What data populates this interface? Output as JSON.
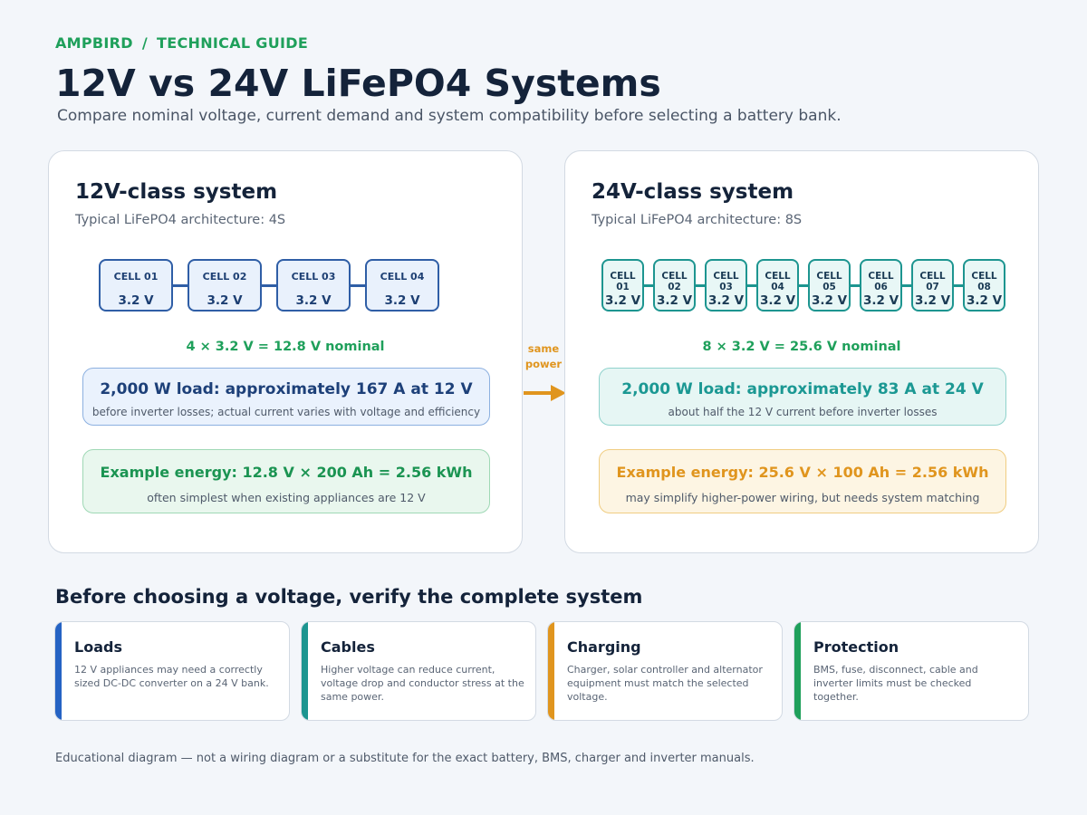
{
  "header": {
    "brand": "AMPBIRD",
    "separator": "/",
    "section": "TECHNICAL GUIDE",
    "title": "12V vs 24V LiFePO4 Systems",
    "subtitle": "Compare nominal voltage, current demand and system compatibility before selecting a battery bank."
  },
  "panels": {
    "left": {
      "title": "12V-class system",
      "architecture": "Typical LiFePO4 architecture: 4S",
      "cells": [
        {
          "name": "CELL 01",
          "voltage": "3.2 V"
        },
        {
          "name": "CELL 02",
          "voltage": "3.2 V"
        },
        {
          "name": "CELL 03",
          "voltage": "3.2 V"
        },
        {
          "name": "CELL 04",
          "voltage": "3.2 V"
        }
      ],
      "nominal": "4 × 3.2 V = 12.8 V nominal",
      "load_main": "2,000 W load: approximately 167 A at 12 V",
      "load_sub": "before inverter losses; actual current varies with voltage and efficiency",
      "energy_main": "Example energy: 12.8 V × 200 Ah = 2.56 kWh",
      "energy_sub": "often simplest when existing appliances are 12 V"
    },
    "right": {
      "title": "24V-class system",
      "architecture": "Typical LiFePO4 architecture: 8S",
      "cells": [
        {
          "name": "CELL 01",
          "voltage": "3.2 V"
        },
        {
          "name": "CELL 02",
          "voltage": "3.2 V"
        },
        {
          "name": "CELL 03",
          "voltage": "3.2 V"
        },
        {
          "name": "CELL 04",
          "voltage": "3.2 V"
        },
        {
          "name": "CELL 05",
          "voltage": "3.2 V"
        },
        {
          "name": "CELL 06",
          "voltage": "3.2 V"
        },
        {
          "name": "CELL 07",
          "voltage": "3.2 V"
        },
        {
          "name": "CELL 08",
          "voltage": "3.2 V"
        }
      ],
      "nominal": "8 × 3.2 V = 25.6 V nominal",
      "load_main": "2,000 W load: approximately 83 A at 24 V",
      "load_sub": "about half the 12 V current before inverter losses",
      "energy_main": "Example energy: 25.6 V × 100 Ah = 2.56 kWh",
      "energy_sub": "may simplify higher-power wiring, but needs system matching"
    }
  },
  "arrow": {
    "label_line1": "same",
    "label_line2": "power",
    "color": "#e0951e"
  },
  "checklist": {
    "title": "Before choosing a voltage, verify the complete system",
    "items": [
      {
        "title": "Loads",
        "text": "12 V appliances may need a correctly sized DC-DC converter on a 24 V bank.",
        "color": "#2563c4"
      },
      {
        "title": "Cables",
        "text": "Higher voltage can reduce current, voltage drop and conductor stress at the same power.",
        "color": "#1d9590"
      },
      {
        "title": "Charging",
        "text": "Charger, solar controller and alternator equipment must match the selected voltage.",
        "color": "#e0951e"
      },
      {
        "title": "Protection",
        "text": "BMS, fuse, disconnect, cable and inverter limits must be checked together.",
        "color": "#1fa05b"
      }
    ]
  },
  "footer": "Educational diagram — not a wiring diagram or a substitute for the exact battery, BMS, charger and inverter manuals.",
  "colors": {
    "accent_green": "#1fa05b",
    "accent_blue": "#2f5ea6",
    "accent_teal": "#1d9590",
    "accent_orange": "#e0951e"
  }
}
